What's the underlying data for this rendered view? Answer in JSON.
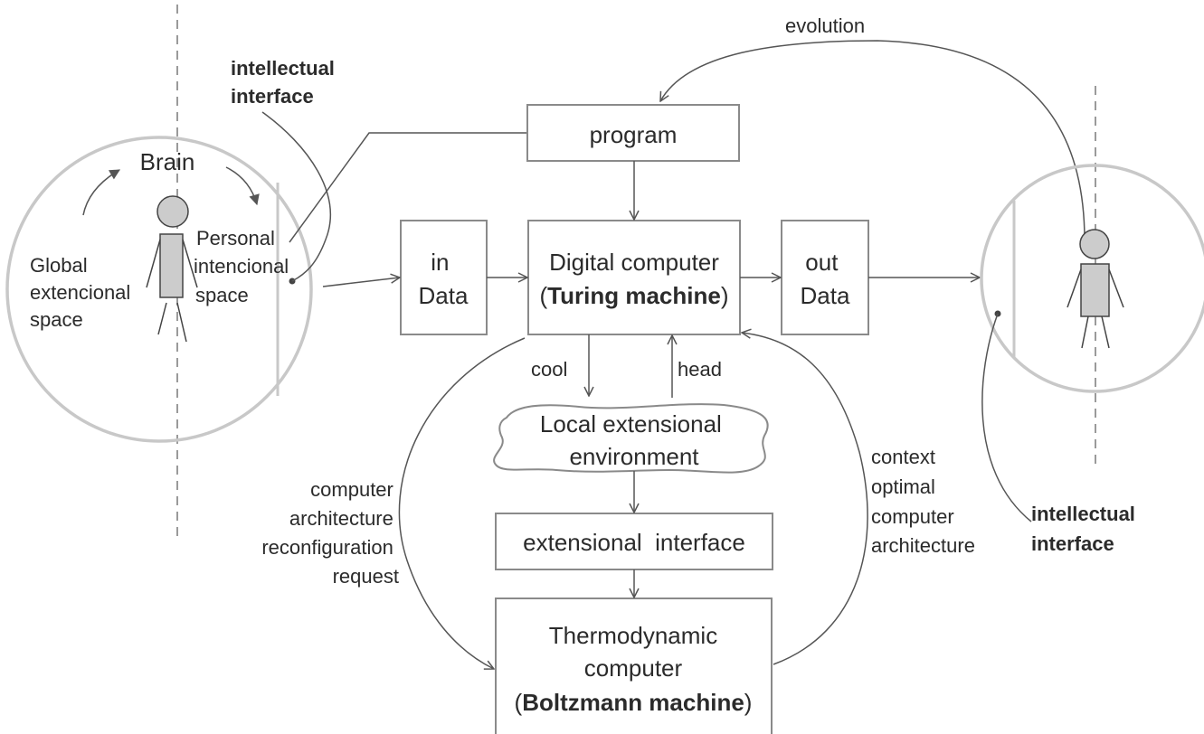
{
  "colors": {
    "line": "#555555",
    "box_border": "#8a8a8a",
    "circle_border": "#c8c8c8",
    "person_fill": "#cccccc",
    "text": "#2b2b2b"
  },
  "labels": {
    "evolution": "evolution",
    "intellectual_interface_left": [
      "intellectual",
      "interface"
    ],
    "intellectual_interface_right": [
      "intellectual",
      "interface"
    ],
    "brain": "Brain",
    "personal_space": [
      "Personal",
      "intencional",
      "space"
    ],
    "global_space": [
      "Global",
      "extencional",
      "space"
    ],
    "cool": "cool",
    "head": "head",
    "reconfiguration_request": [
      "computer",
      "architecture",
      "reconfiguration",
      "request"
    ],
    "context_optimal": [
      "context",
      "optimal",
      "computer",
      "architecture"
    ]
  },
  "boxes": {
    "program": "program",
    "in_data": [
      "in",
      "Data"
    ],
    "digital_computer": {
      "line1": "Digital computer",
      "line2_open": "(",
      "line2_bold": "Turing machine",
      "line2_close": ")"
    },
    "out_data": [
      "out",
      "Data"
    ],
    "local_environment": [
      "Local extensional",
      "environment"
    ],
    "extensional_interface": "extensional  interface",
    "thermodynamic_computer": {
      "line1": "Thermodynamic",
      "line2": "computer",
      "line3_open": "(",
      "line3_bold": "Boltzmann machine",
      "line3_close": ")"
    }
  }
}
